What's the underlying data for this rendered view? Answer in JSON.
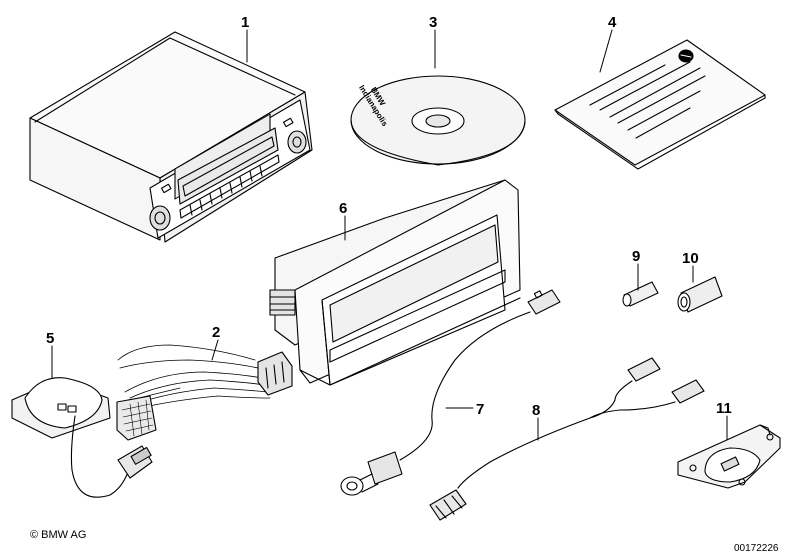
{
  "callouts": [
    "1",
    "2",
    "3",
    "4",
    "5",
    "6",
    "7",
    "8",
    "9",
    "10",
    "11"
  ],
  "cd_label_line1": "BMW",
  "cd_label_line2": "Indianapolis",
  "copyright": "© BMW AG",
  "diagram_id": "00172226"
}
